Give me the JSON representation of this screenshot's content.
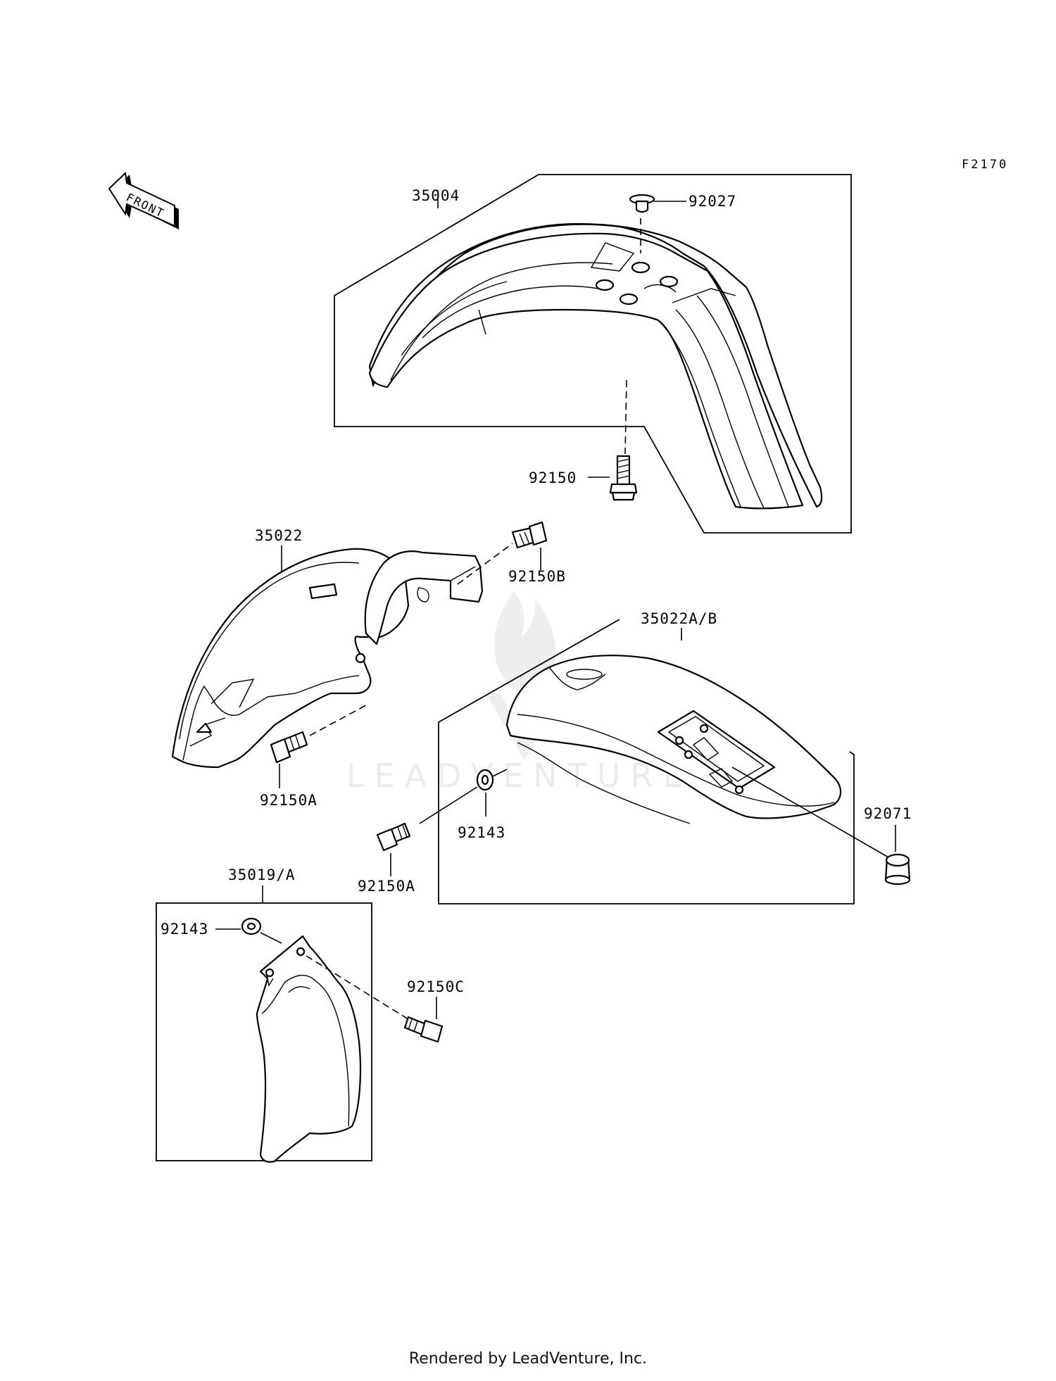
{
  "figure_code": "F2170",
  "front_arrow_label": "FRONT",
  "watermark": "LEADVENTURE",
  "footer": "Rendered by LeadVenture, Inc.",
  "parts": {
    "front_fender": "35004",
    "fender_cap": "92027",
    "fender_bolt": "92150",
    "side_cover": "35022",
    "side_cover_bolt_b": "92150B",
    "side_cover_bolt_a": "92150A",
    "rear_fender": "35022A/B",
    "rear_grommet": "92071",
    "rear_washer": "92143",
    "rear_bolt_a": "92150A",
    "fork_guard": "35019/A",
    "guard_washer": "92143",
    "guard_bolt_c": "92150C"
  }
}
